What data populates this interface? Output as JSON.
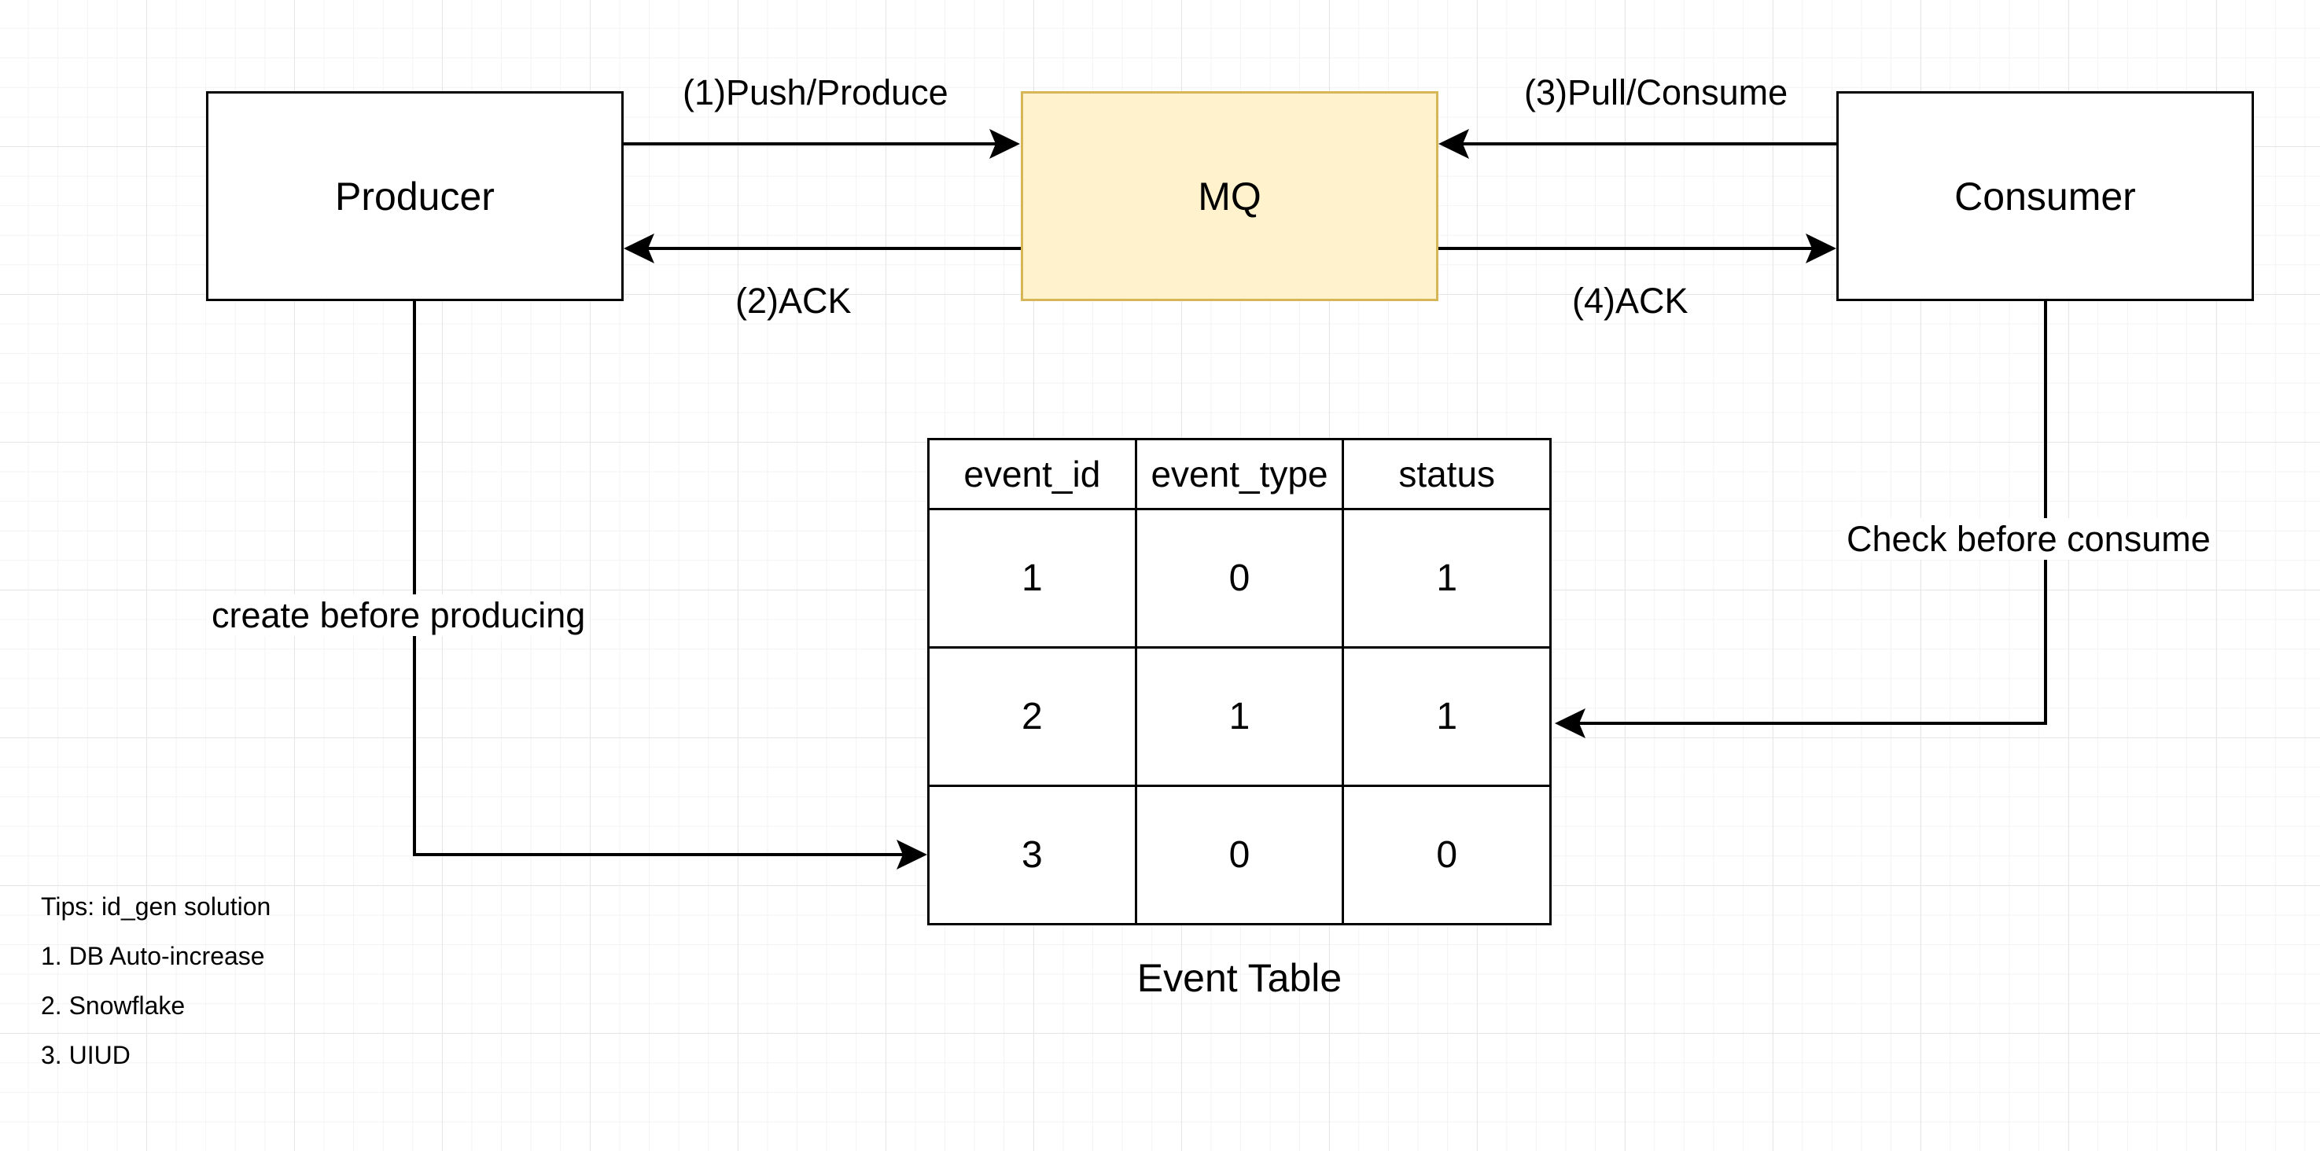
{
  "nodes": {
    "producer": "Producer",
    "mq": "MQ",
    "consumer": "Consumer"
  },
  "edges": {
    "push_produce": "(1)Push/Produce",
    "ack_producer": "(2)ACK",
    "pull_consume": "(3)Pull/Consume",
    "ack_consumer": "(4)ACK",
    "create_before_producing": "create before producing",
    "check_before_consume": "Check before consume"
  },
  "event_table": {
    "caption": "Event Table",
    "columns": [
      "event_id",
      "event_type",
      "status"
    ],
    "rows": [
      [
        "1",
        "0",
        "1"
      ],
      [
        "2",
        "1",
        "1"
      ],
      [
        "3",
        "0",
        "0"
      ]
    ]
  },
  "tips": {
    "title": "Tips: id_gen solution",
    "items": [
      "1. DB Auto-increase",
      "2. Snowflake",
      "3. UIUD"
    ]
  },
  "colors": {
    "mq_fill": "#fff2cc",
    "mq_stroke": "#d6b656",
    "stroke": "#000000"
  }
}
